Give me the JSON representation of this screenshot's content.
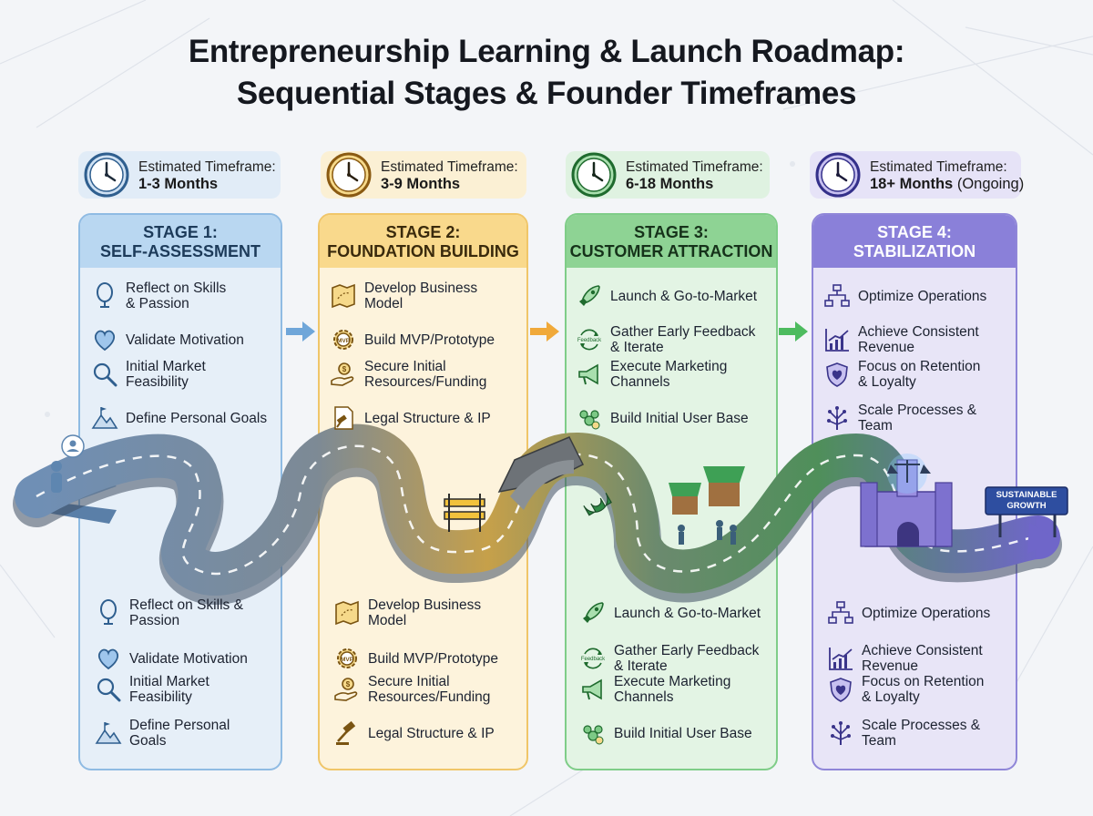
{
  "title_line1": "Entrepreneurship Learning & Launch Roadmap:",
  "title_line2": "Sequential Stages & Founder Timeframes",
  "timeframes": [
    {
      "label": "Estimated Timeframe:",
      "value": "1-3 Months",
      "value_suffix": ""
    },
    {
      "label": "Estimated Timeframe:",
      "value": "3-9 Months",
      "value_suffix": ""
    },
    {
      "label": "Estimated Timeframe:",
      "value": "6-18 Months",
      "value_suffix": ""
    },
    {
      "label": "Estimated Timeframe:",
      "value": "18+ Months",
      "value_suffix": "(Ongoing)"
    }
  ],
  "stages": [
    {
      "line1": "STAGE 1:",
      "line2": "SELF-ASSESSMENT",
      "items": [
        {
          "icon": "mirror-icon",
          "text1": "Reflect on Skills",
          "text2": "& Passion"
        },
        {
          "icon": "heart-icon",
          "text1": "Validate Motivation",
          "text2": ""
        },
        {
          "icon": "magnifier-icon",
          "text1": "Initial Market",
          "text2": "Feasibility"
        },
        {
          "icon": "mountain-flag-icon",
          "text1": "Define Personal Goals",
          "text2": ""
        }
      ],
      "items_bottom": [
        {
          "icon": "mirror-icon",
          "text1": "Reflect on Skills &",
          "text2": "Passion"
        },
        {
          "icon": "heart-icon",
          "text1": "Validate Motivation",
          "text2": ""
        },
        {
          "icon": "magnifier-icon",
          "text1": "Initial Market",
          "text2": "Feasibility"
        },
        {
          "icon": "mountain-flag-icon",
          "text1": "Define Personal",
          "text2": "Goals"
        }
      ]
    },
    {
      "line1": "STAGE 2:",
      "line2": "FOUNDATION BUILDING",
      "items": [
        {
          "icon": "map-icon",
          "text1": "Develop Business",
          "text2": "Model"
        },
        {
          "icon": "gear-mvp-icon",
          "text1": "Build MVP/Prototype",
          "text2": ""
        },
        {
          "icon": "coin-hand-icon",
          "text1": "Secure Initial",
          "text2": "Resources/Funding"
        },
        {
          "icon": "gavel-document-icon",
          "text1": "Legal Structure & IP",
          "text2": ""
        }
      ],
      "items_bottom": [
        {
          "icon": "map-icon",
          "text1": "Develop Business",
          "text2": "Model"
        },
        {
          "icon": "gear-mvp-icon",
          "text1": "Build MVP/Prototype",
          "text2": ""
        },
        {
          "icon": "coin-hand-icon",
          "text1": "Secure Initial",
          "text2": "Resources/Funding"
        },
        {
          "icon": "gavel-icon",
          "text1": "Legal Structure & IP",
          "text2": ""
        }
      ]
    },
    {
      "line1": "STAGE 3:",
      "line2": "CUSTOMER ATTRACTION",
      "items": [
        {
          "icon": "rocket-icon",
          "text1": "Launch & Go-to-Market",
          "text2": ""
        },
        {
          "icon": "feedback-cycle-icon",
          "text1": "Gather Early Feedback",
          "text2": "& Iterate"
        },
        {
          "icon": "megaphone-icon",
          "text1": "Execute Marketing",
          "text2": "Channels"
        },
        {
          "icon": "users-group-icon",
          "text1": "Build Initial User Base",
          "text2": ""
        }
      ],
      "items_bottom": [
        {
          "icon": "rocket-icon",
          "text1": "Launch & Go-to-Market",
          "text2": ""
        },
        {
          "icon": "feedback-cycle-icon",
          "text1": "Gather Early Feedback",
          "text2": "& Iterate"
        },
        {
          "icon": "megaphone-icon",
          "text1": "Execute Marketing",
          "text2": "Channels"
        },
        {
          "icon": "users-group-icon",
          "text1": "Build Initial User Base",
          "text2": ""
        }
      ]
    },
    {
      "line1": "STAGE 4:",
      "line2": "STABILIZATION",
      "items": [
        {
          "icon": "org-chart-icon",
          "text1": "Optimize Operations",
          "text2": ""
        },
        {
          "icon": "growth-chart-icon",
          "text1": "Achieve Consistent",
          "text2": "Revenue"
        },
        {
          "icon": "shield-heart-icon",
          "text1": "Focus on Retention",
          "text2": "& Loyalty"
        },
        {
          "icon": "tree-network-icon",
          "text1": "Scale Processes &",
          "text2": "Team"
        }
      ],
      "items_bottom": [
        {
          "icon": "org-chart-icon",
          "text1": "Optimize Operations",
          "text2": ""
        },
        {
          "icon": "growth-chart-icon",
          "text1": "Achieve Consistent",
          "text2": "Revenue"
        },
        {
          "icon": "shield-heart-icon",
          "text1": "Focus on Retention",
          "text2": "& Loyalty"
        },
        {
          "icon": "tree-network-icon",
          "text1": "Scale Processes &",
          "text2": "Team"
        }
      ]
    }
  ],
  "feedback_icon_text": "Feedback",
  "mvp_icon_text": "MVP",
  "sign_text_1": "SUSTAINABLE",
  "sign_text_2": "GROWTH",
  "colors": {
    "stage1": "#5b9bd5",
    "stage2": "#f2b33d",
    "stage3": "#4dbb5f",
    "stage4": "#7b6fd0"
  }
}
